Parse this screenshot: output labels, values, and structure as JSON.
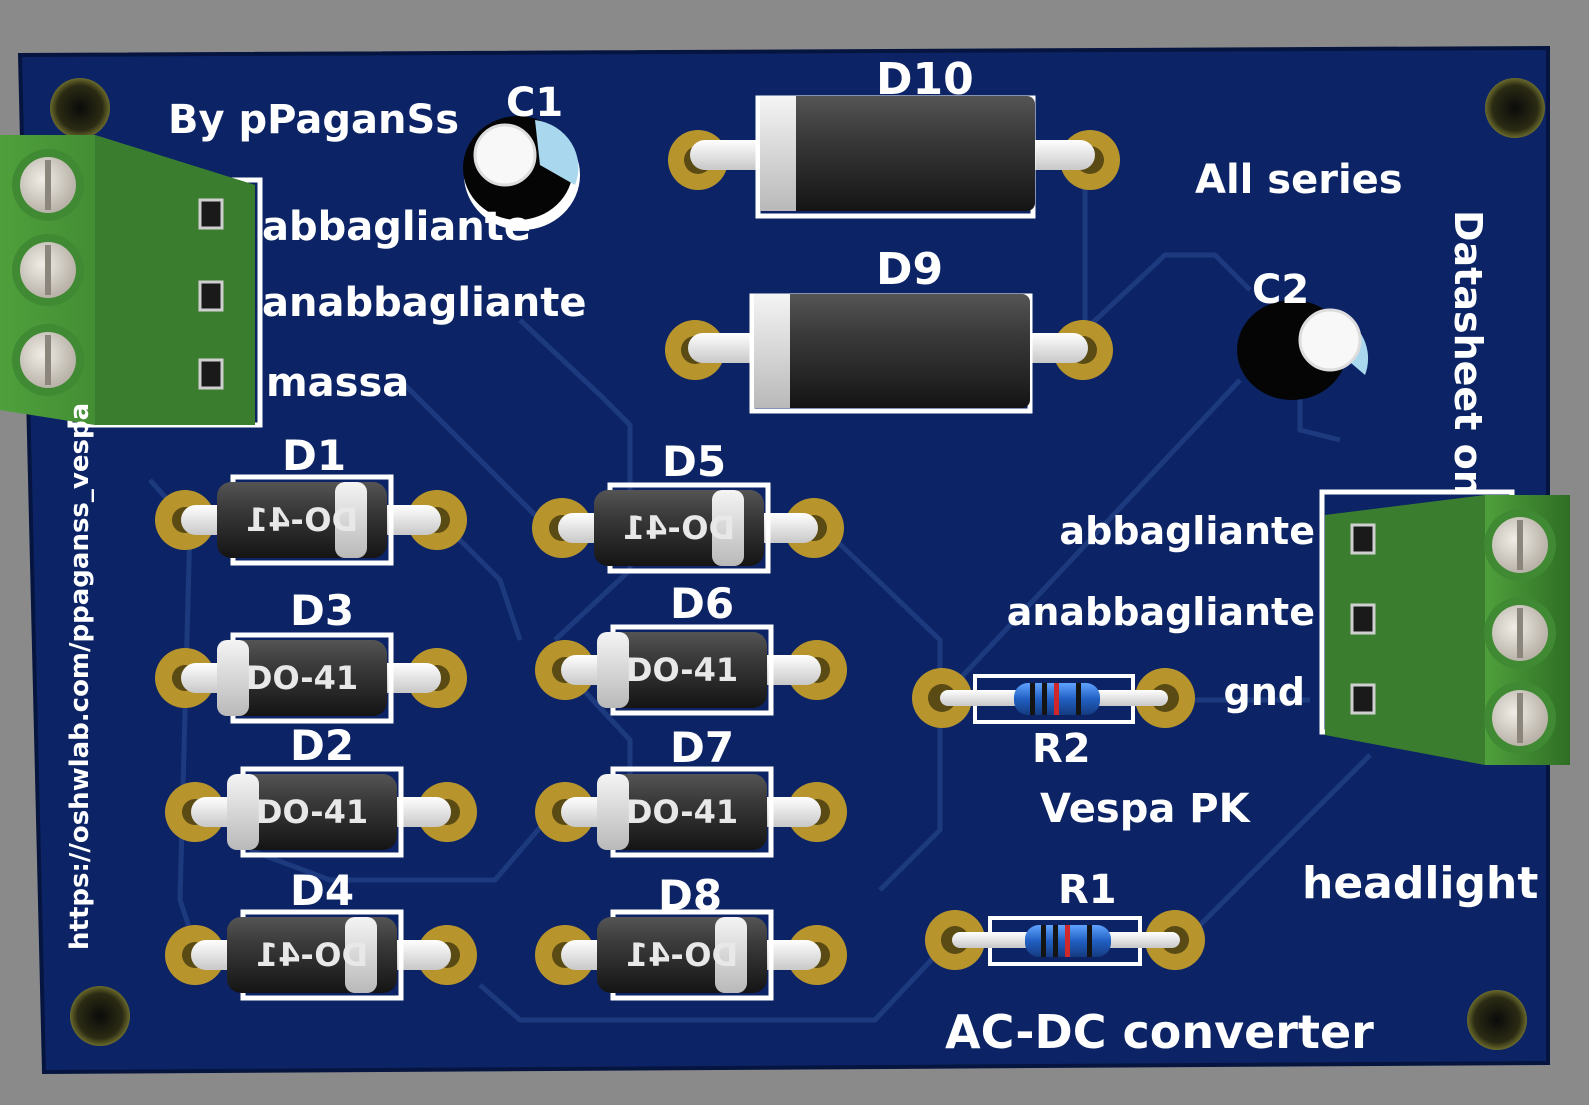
{
  "board": {
    "colors": {
      "pcb": "#0c2466",
      "pcb_edge": "#06153f",
      "background": "#8a8a8a",
      "trace": "#1d3a7f",
      "silkscreen": "#ffffff",
      "pad_copper": "#b8952c",
      "terminal_green": "#3f8a32",
      "diode_body": "#2c2c2c",
      "resistor_body": "#2a6fc9"
    },
    "texts": {
      "author": "By pPaganSs",
      "all_series": "All series",
      "datasheet": "Datasheet on",
      "url": "https://oshwlab.com/ppaganss_vespa",
      "vespa": "Vespa PK",
      "headlight": "headlight",
      "converter": "AC-DC converter"
    },
    "left_terminal": {
      "labels": [
        "abbagliante",
        "anabbagliante",
        "massa"
      ],
      "icon": "screw-terminal-icon"
    },
    "right_terminal": {
      "labels": [
        "abbagliante",
        "anabbagliante",
        "gnd"
      ],
      "icon": "screw-terminal-icon"
    },
    "capacitors": [
      {
        "ref": "C1",
        "icon": "electrolytic-capacitor-icon"
      },
      {
        "ref": "C2",
        "icon": "electrolytic-capacitor-icon"
      }
    ],
    "large_diodes": [
      {
        "ref": "D10",
        "icon": "diode-icon"
      },
      {
        "ref": "D9",
        "icon": "diode-icon"
      }
    ],
    "small_diodes": [
      {
        "ref": "D1",
        "package": "DO-41",
        "mirrored": true
      },
      {
        "ref": "D3",
        "package": "DO-41",
        "mirrored": false
      },
      {
        "ref": "D2",
        "package": "DO-41",
        "mirrored": false
      },
      {
        "ref": "D4",
        "package": "DO-41",
        "mirrored": true
      },
      {
        "ref": "D5",
        "package": "DO-41",
        "mirrored": true
      },
      {
        "ref": "D6",
        "package": "DO-41",
        "mirrored": false
      },
      {
        "ref": "D7",
        "package": "DO-41",
        "mirrored": false
      },
      {
        "ref": "D8",
        "package": "DO-41",
        "mirrored": true
      }
    ],
    "resistors": [
      {
        "ref": "R2",
        "icon": "resistor-icon"
      },
      {
        "ref": "R1",
        "icon": "resistor-icon"
      }
    ]
  }
}
